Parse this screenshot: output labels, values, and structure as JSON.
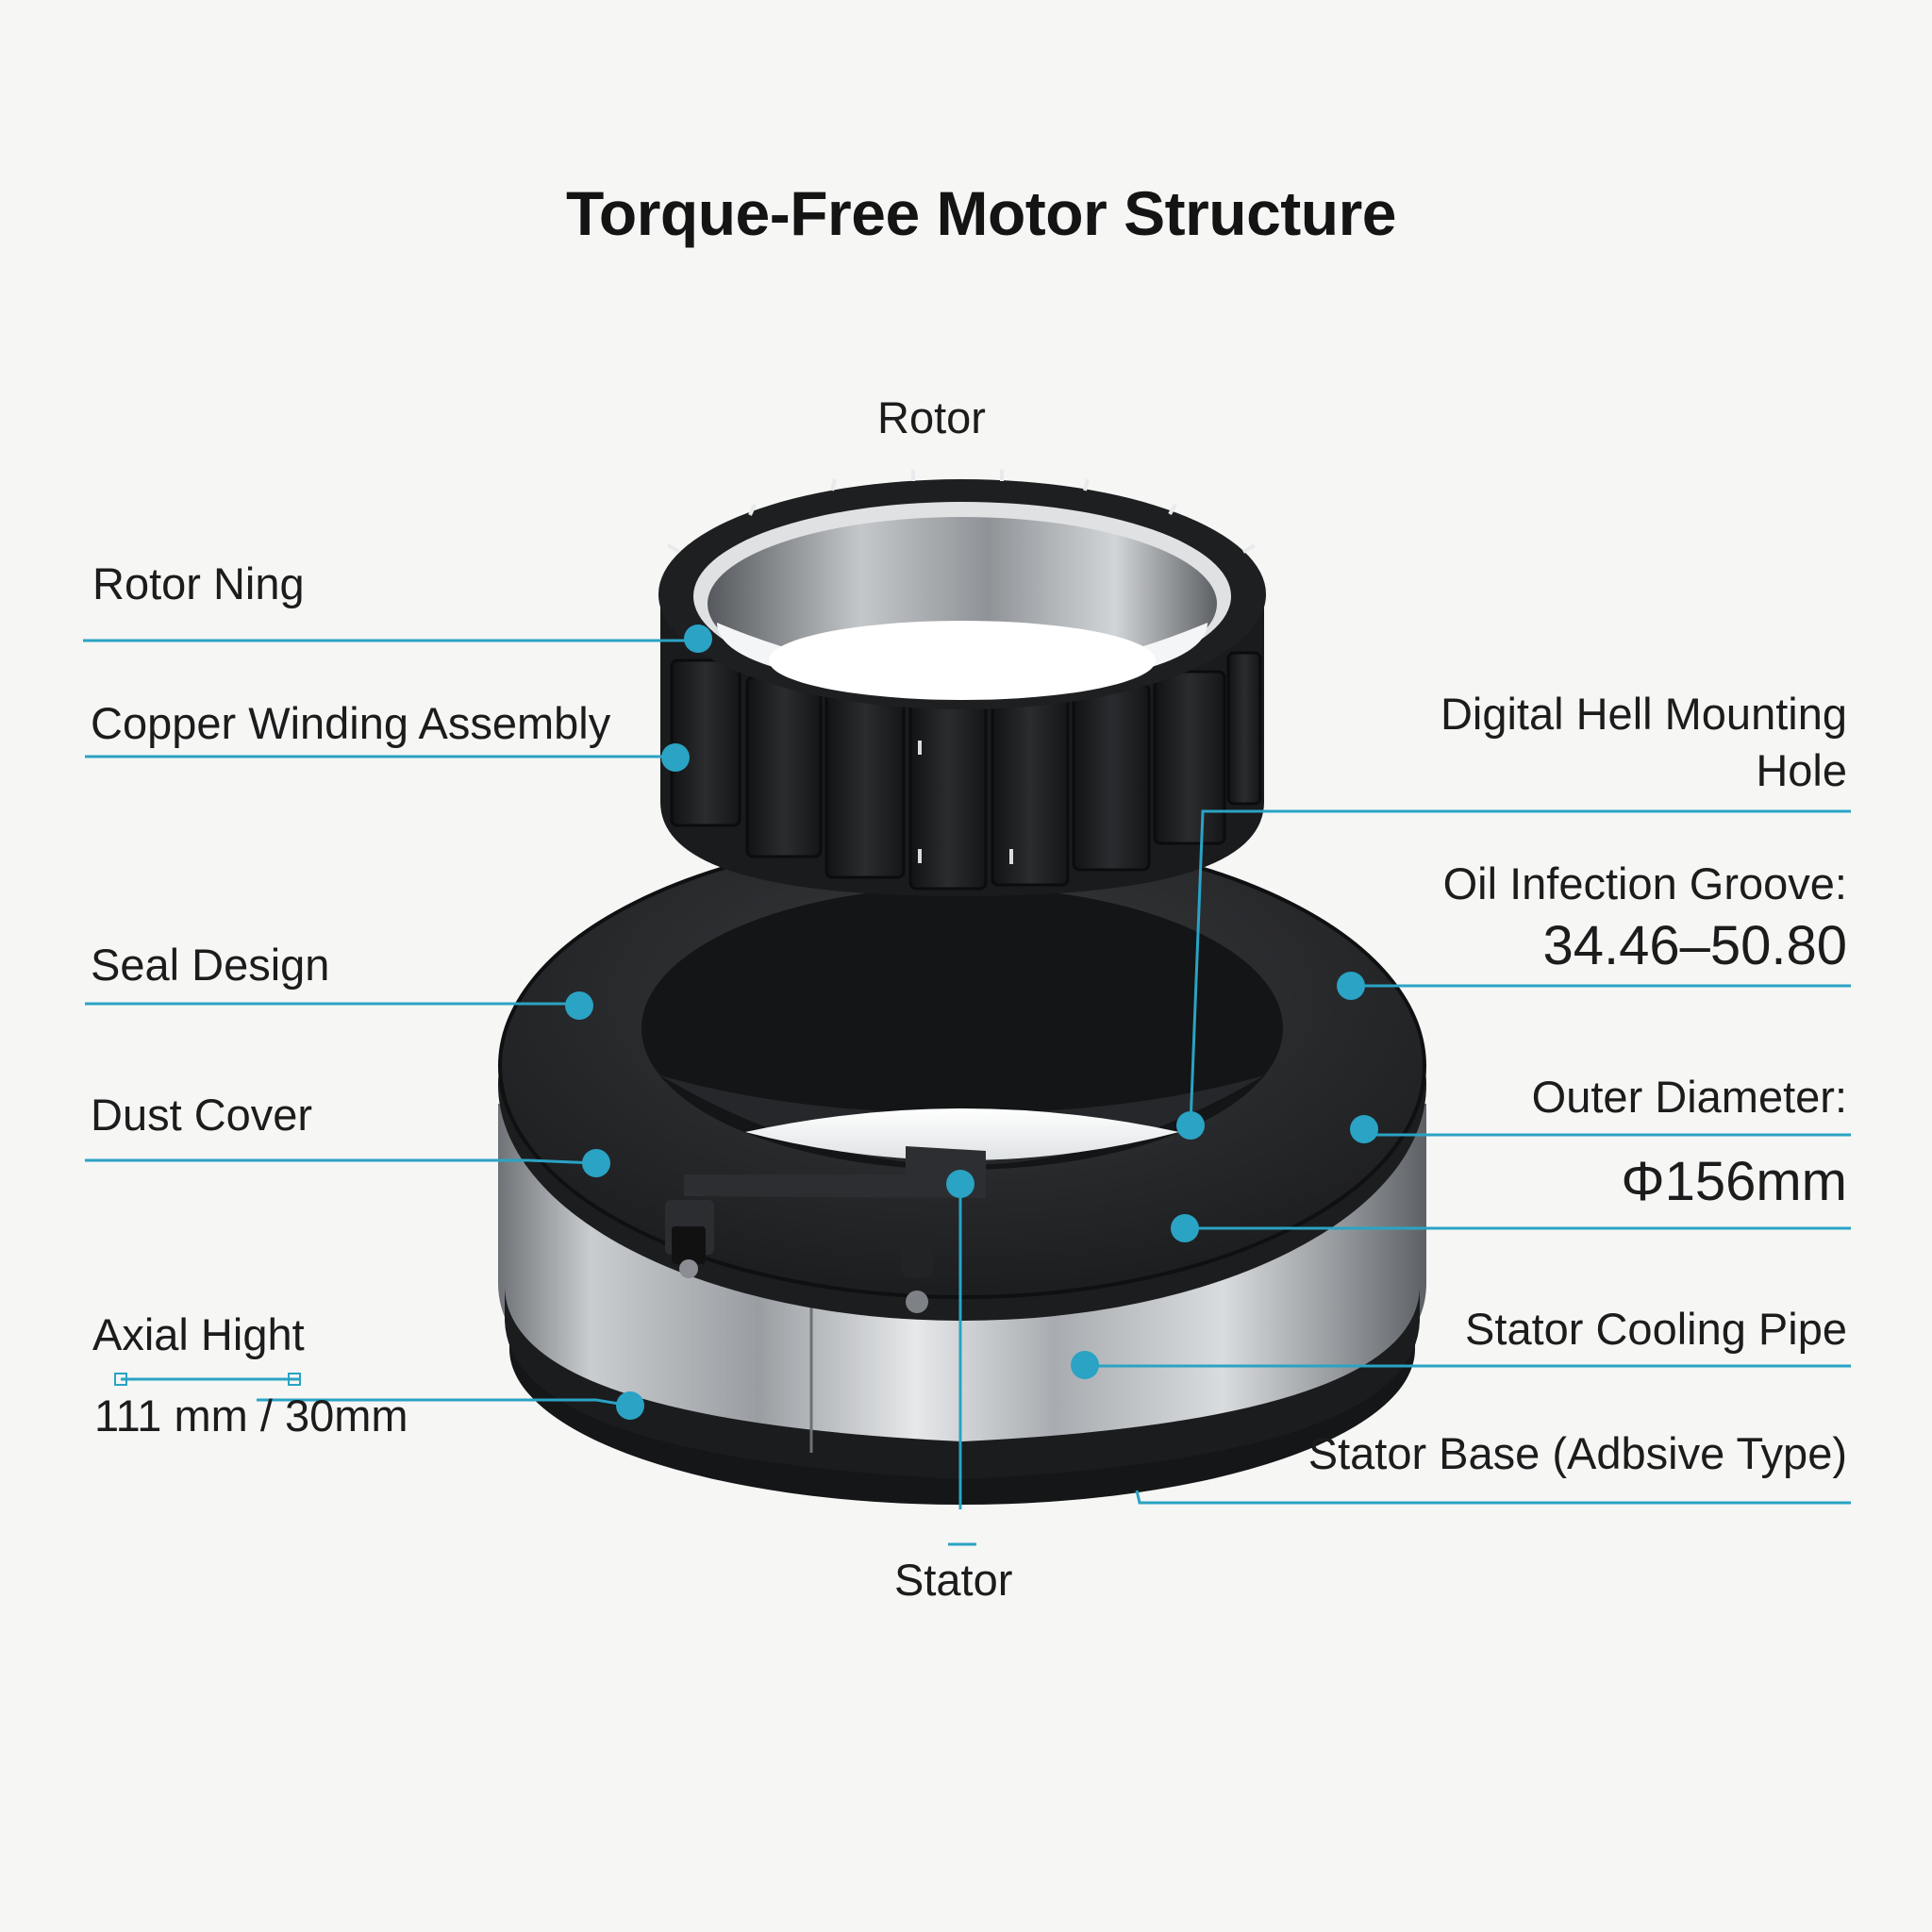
{
  "title": "Torque-Free Motor Structure",
  "labels": {
    "rotor": "Rotor",
    "stator": "Stator",
    "rotor_ning": "Rotor Ning",
    "copper_winding": "Copper Winding Assembly",
    "seal_design": "Seal Design",
    "dust_cover": "Dust Cover",
    "axial_hight": "Axial Hight",
    "axial_hight_value": "111 mm / 30mm",
    "digital_hell_line1": "Digital Hell Mounting",
    "digital_hell_line2": "Hole",
    "oil_infection": "Oil Infection Groove:",
    "oil_infection_value": "34.46–50.80",
    "outer_diameter": "Outer Diameter:",
    "outer_diameter_value": "Φ156mm",
    "stator_cooling_pipe": "Stator Cooling Pipe",
    "stator_base": "Stator Base (Adbsive Type)"
  },
  "colors": {
    "accent": "#2aa3c4",
    "background": "#f6f6f5",
    "rubber": "#1e1f21",
    "steel": "#b8bcc0"
  }
}
